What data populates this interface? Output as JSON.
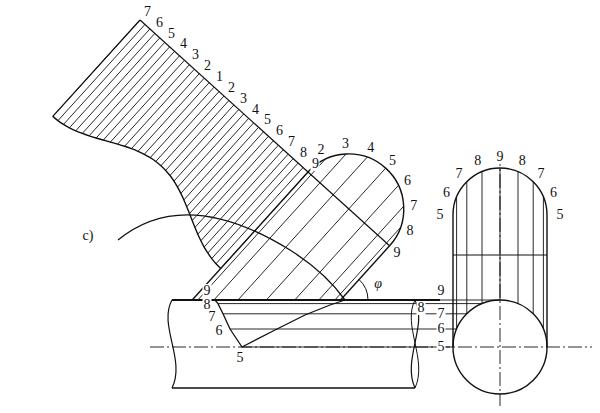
{
  "diagram": {
    "labels": [
      "7",
      "6",
      "5",
      "4",
      "3",
      "2",
      "1",
      "2",
      "3",
      "4",
      "5",
      "6",
      "7",
      "8",
      "9",
      "2",
      "3",
      "4",
      "5",
      "6",
      "7",
      "8",
      "9",
      "c)",
      "9",
      "8",
      "7",
      "6",
      "5",
      "φ",
      "9",
      "8",
      "7",
      "6",
      "5",
      "6",
      "7",
      "8",
      "9",
      "8",
      "7",
      "6",
      "5",
      "5"
    ]
  }
}
